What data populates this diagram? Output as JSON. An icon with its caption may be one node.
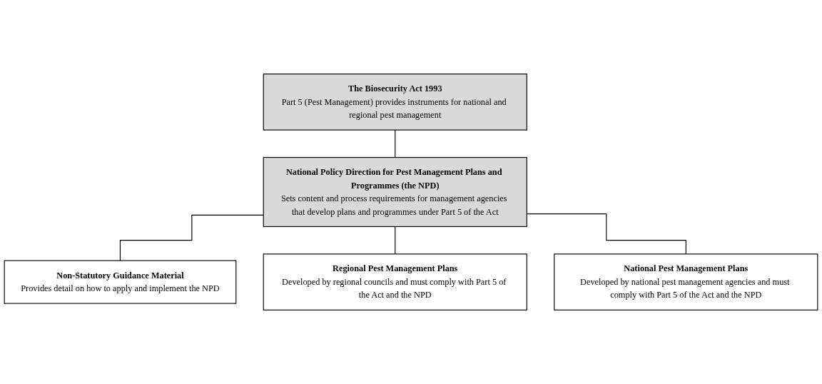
{
  "diagram": {
    "nodes": [
      {
        "text": [
          "The Biosecurity Act 1993",
          "Part 5 (Pest Management) provides instruments for national and regional pest management"
        ]
      },
      {
        "text": [
          "National Policy Direction for Pest Management Plans and Programmes (the NPD)",
          "Sets content and process requirements for management agencies that develop plans and programmes under Part 5 of the Act"
        ]
      },
      {
        "text": [
          "Non-Statutory Guidance Material",
          "Provides detail on how to apply and implement the NPD"
        ]
      },
      {
        "text": [
          "Regional Pest Management Plans",
          "Developed by regional councils and must comply with Part 5 of the Act and the NPD"
        ]
      },
      {
        "text": [
          "National Pest Management Plans",
          "Developed by national pest management agencies and must comply with Part 5 of the Act and the NPD"
        ]
      }
    ],
    "edges": [
      {
        "from": 0,
        "to": 1,
        "arrow": "none"
      },
      {
        "from": 1,
        "to": 2,
        "arrow": "none"
      },
      {
        "from": 1,
        "to": 3,
        "arrow": "none"
      },
      {
        "from": 1,
        "to": 4,
        "arrow": "none"
      }
    ]
  }
}
